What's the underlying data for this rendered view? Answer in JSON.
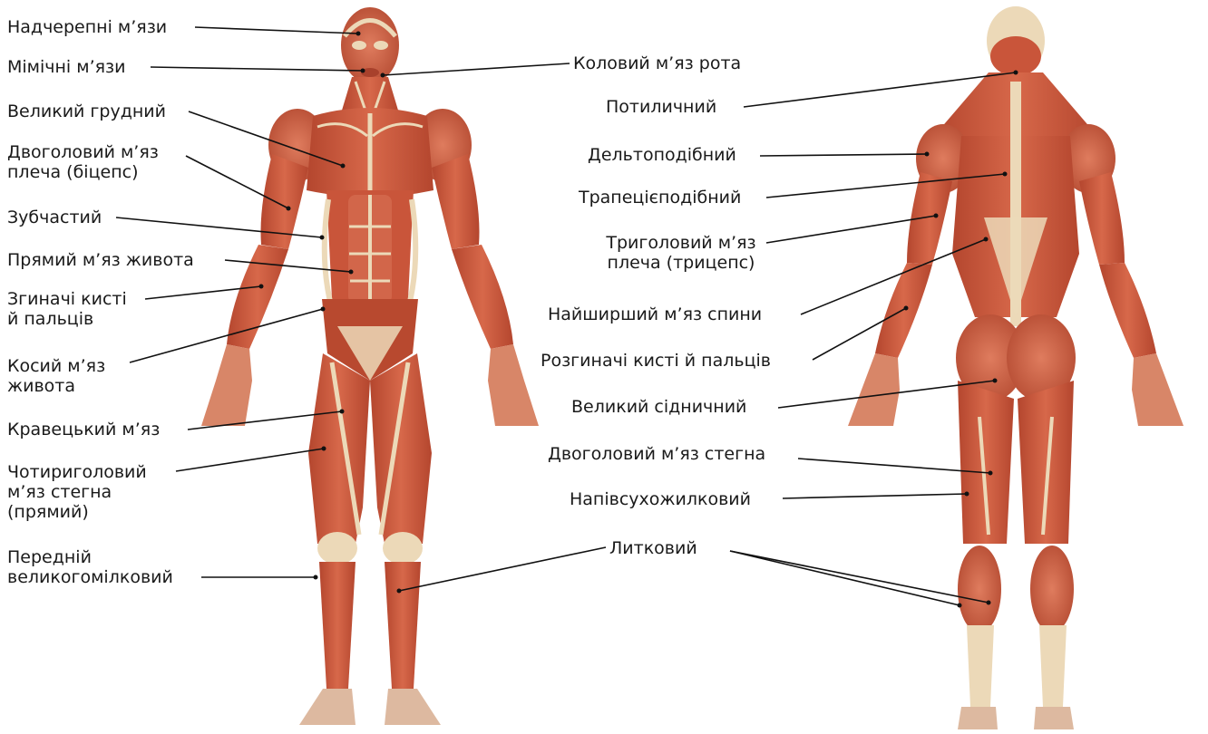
{
  "colors": {
    "muscle": "#c9553a",
    "muscle_dark": "#a8412c",
    "muscle_light": "#dd7a5c",
    "tendon": "#ecd9b8",
    "leader": "#111111"
  },
  "front_labels": {
    "nadcherepni": "Надчерепні м’язи",
    "mimichni": "Мімічні м’язи",
    "velykyi_grudnyi": "Великий грудний",
    "dvogolovyi_1": "Двоголовий м’яз",
    "dvogolovyi_2": "плеча (біцепс)",
    "zubchastyi": "Зубчастий",
    "pryamyi": "Прямий м’яз живота",
    "zgynachi_1": "Згиначі кисті",
    "zgynachi_2": "й пальців",
    "kosyi_1": "Косий м’яз",
    "kosyi_2": "живота",
    "kravetskyi": "Кравецький м’яз",
    "chotyry_1": "Чотириголовий",
    "chotyry_2": "м’яз стегна",
    "chotyry_3": "(прямий)",
    "peredniy_1": "Передній",
    "peredniy_2": "великогомілковий"
  },
  "back_labels": {
    "kolovyi": "Коловий м’яз рота",
    "potylychnyi": "Потиличний",
    "deltopodibnyi": "Дельтоподібний",
    "trapetsiepodibnyi": "Трапецієподібний",
    "trygolovyi_1": "Триголовий м’яз",
    "trygolovyi_2": "плеча (трицепс)",
    "nayshyrshyi": "Найширший м’яз спини",
    "rozgynachi": "Розгиначі кисті й пальців",
    "velykyi_sidnychnyi": "Великий сідничний",
    "dvogolovyi_stegna": "Двоголовий м’яз стегна",
    "napivsukhozhylkovyi": "Напівсухожилковий",
    "lytkovyi": "Литковий"
  }
}
